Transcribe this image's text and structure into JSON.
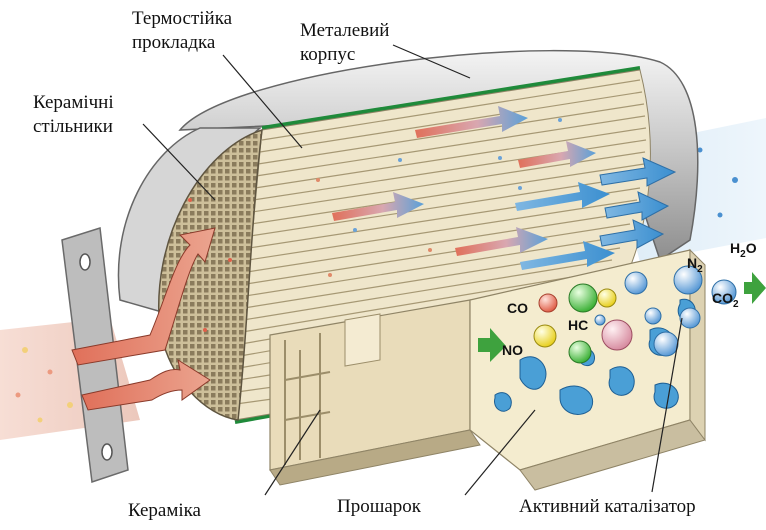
{
  "labels": {
    "gasket_line1": "Термостійка",
    "gasket_line2": "прокладка",
    "housing_line1": "Металевий",
    "housing_line2": "корпус",
    "honeycomb_line1": "Керамічні",
    "honeycomb_line2": "стільники",
    "ceramic": "Кераміка",
    "washcoat": "Прошарок",
    "catalyst": "Активний каталізатор"
  },
  "chemicals": {
    "co": "CO",
    "hc": "HC",
    "no": "NO",
    "n": "N",
    "n_sub": "2",
    "h": "H",
    "h_sub": "2",
    "o": "O",
    "co2": "CO",
    "co2_sub": "2"
  },
  "colors": {
    "hot_gas": "#e07a60",
    "clean_gas": "#5aa0d8",
    "housing": "#b8b8b8",
    "gasket": "#1f8a3a",
    "ceramic": "#d8cdb0",
    "washcoat": "#f3ecd2",
    "catalyst": "#4a9fd6",
    "arrow_green": "#3ea23e"
  }
}
